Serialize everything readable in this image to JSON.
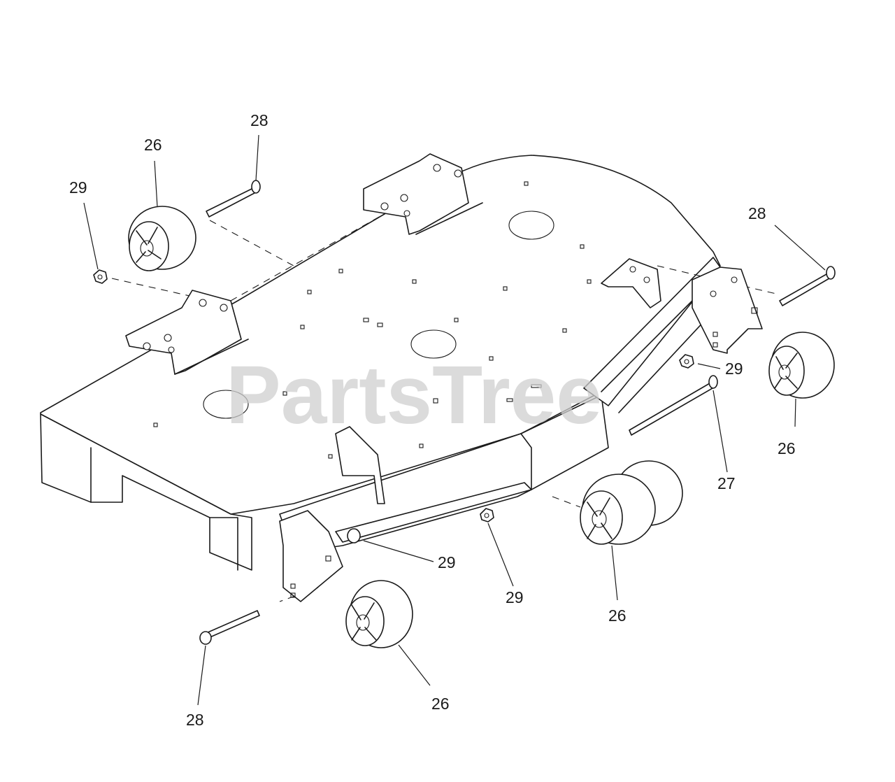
{
  "watermark": "PartsTree",
  "callouts": {
    "c1": "28",
    "c2": "26",
    "c3": "29",
    "c4": "28",
    "c5": "29",
    "c6": "26",
    "c7": "27",
    "c8": "29",
    "c9": "29",
    "c10": "26",
    "c11": "28",
    "c12": "26"
  }
}
